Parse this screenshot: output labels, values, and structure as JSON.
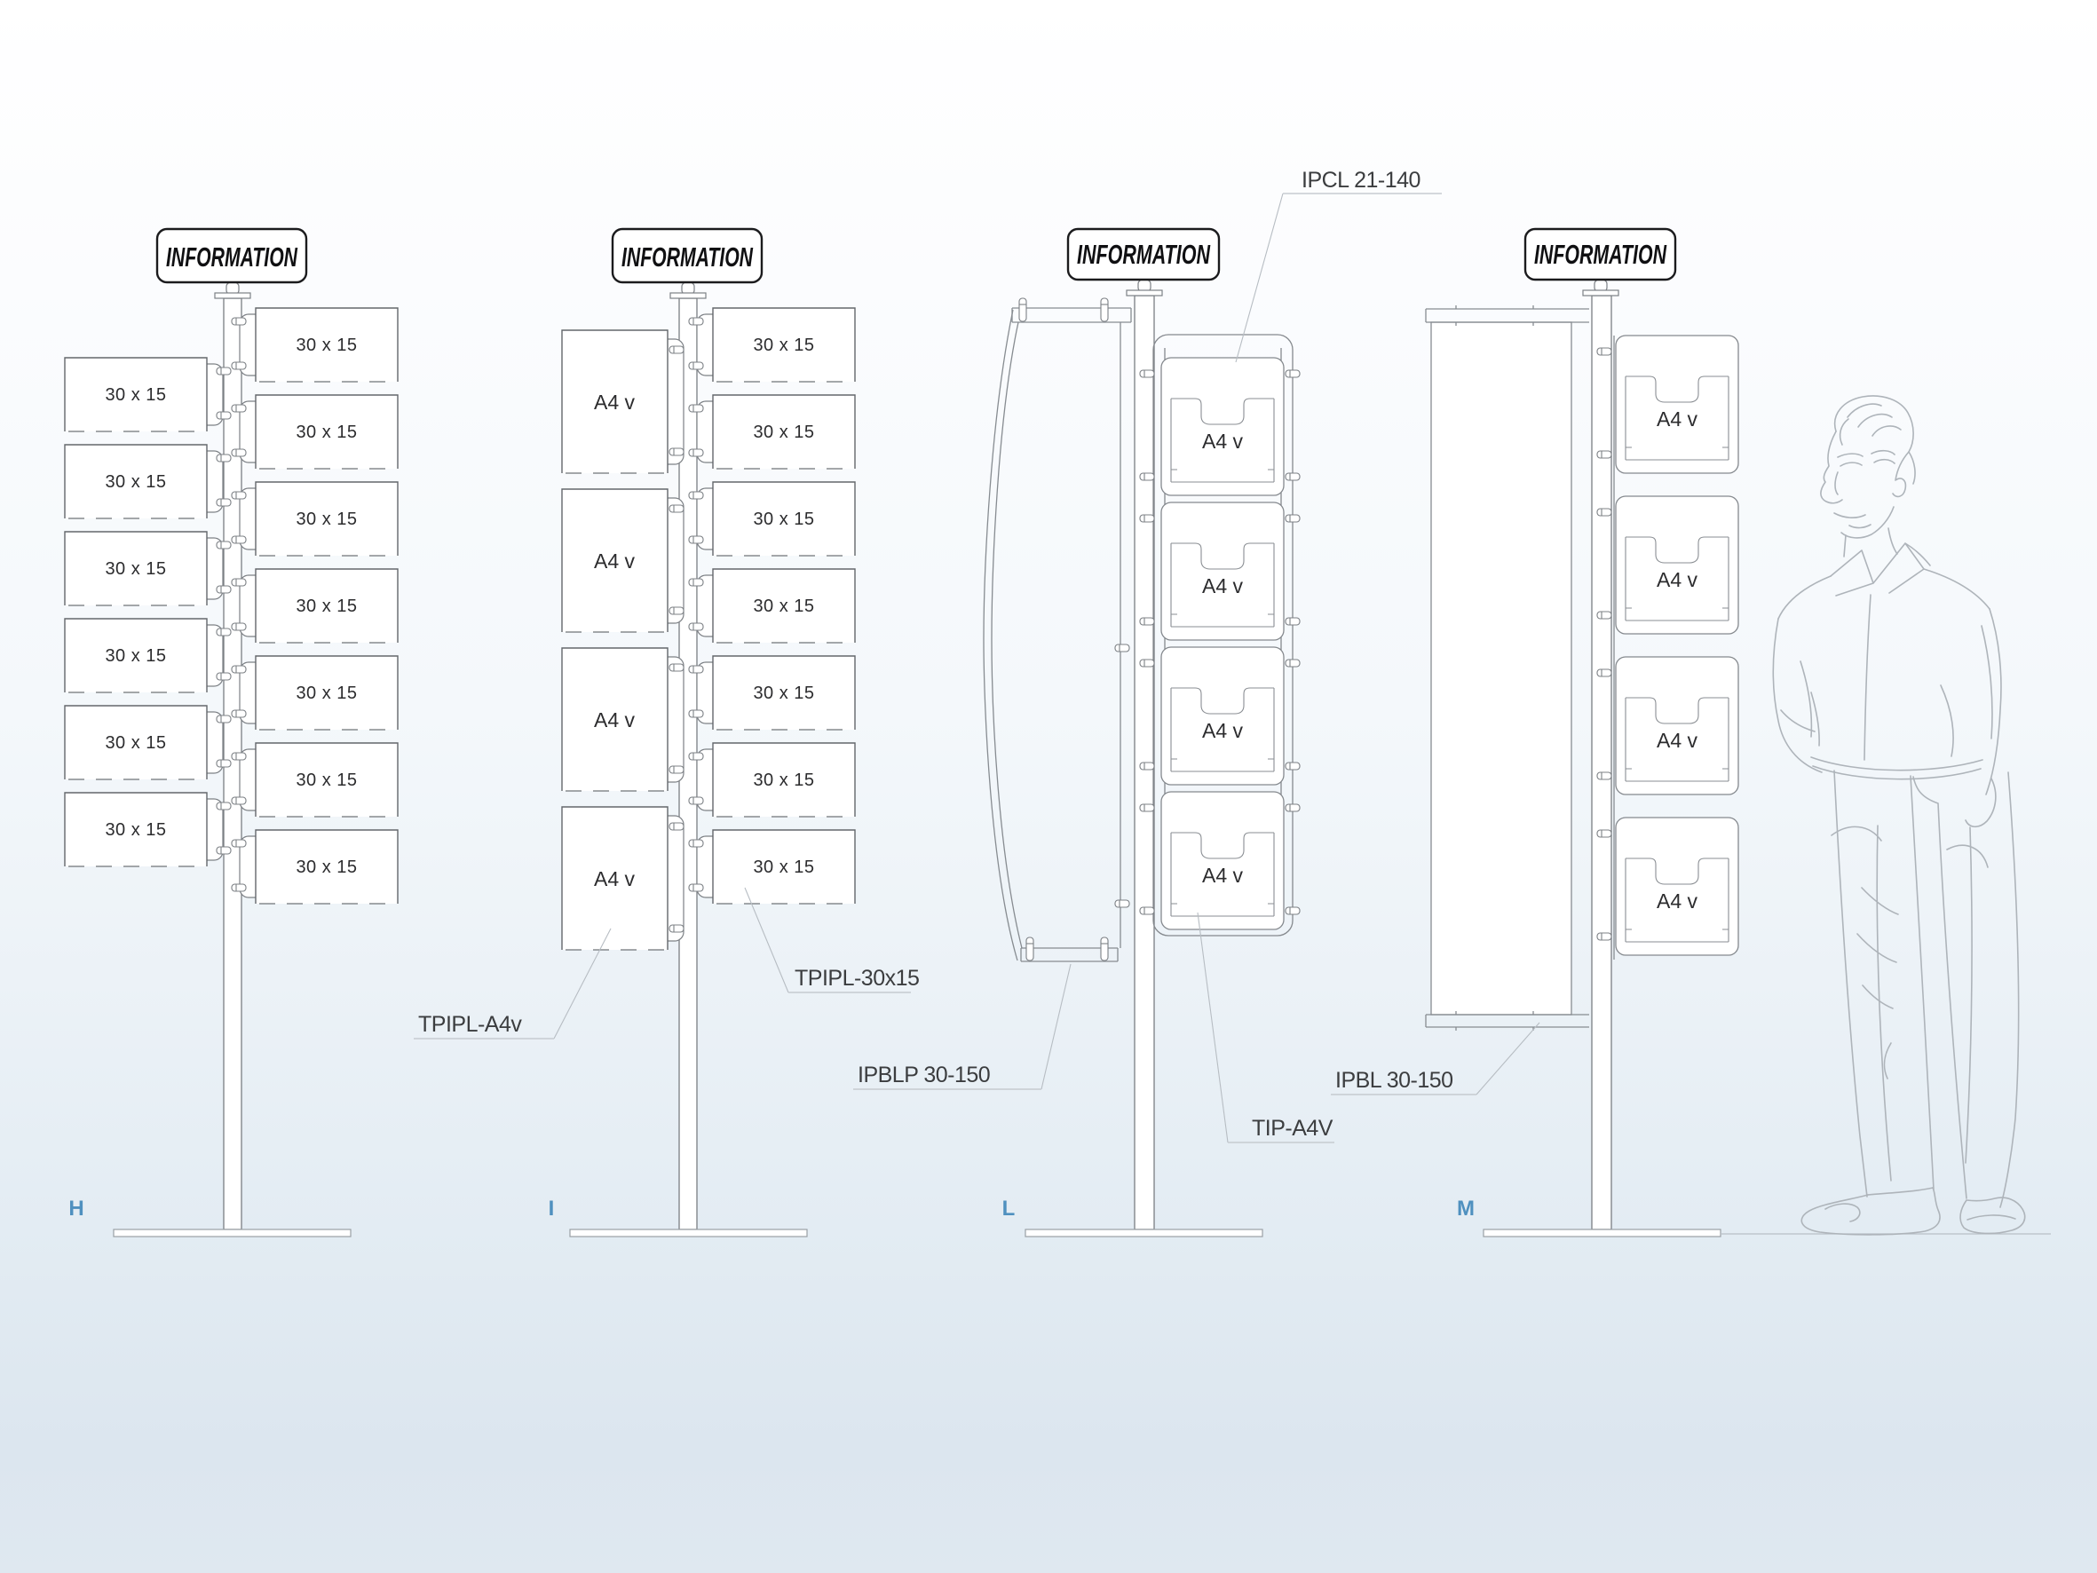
{
  "colors": {
    "variant_letter": "#4f90bf",
    "sign_border": "#1b1b1d",
    "drawing_line": "#6f7377",
    "light_line": "#878c91",
    "figure_line": "#aeb4ba",
    "background_top": "#ffffff",
    "background_bottom": "#dce6ef"
  },
  "plate_labels": {
    "size_30x15": "30 x 15",
    "a4_vertical": "A4 v"
  },
  "stands": [
    {
      "letter": "H",
      "sign_label": "INFORMATION",
      "left_column": {
        "plate_label": "30 x 15",
        "count": 6
      },
      "right_column": {
        "plate_label": "30 x 15",
        "count": 7
      }
    },
    {
      "letter": "I",
      "sign_label": "INFORMATION",
      "left_column": {
        "plate_label": "A4 v",
        "count": 4
      },
      "right_column": {
        "plate_label": "30 x 15",
        "count": 7
      }
    },
    {
      "letter": "L",
      "sign_label": "INFORMATION",
      "holders": {
        "plate_label": "A4 v",
        "count": 4
      }
    },
    {
      "letter": "M",
      "sign_label": "INFORMATION",
      "holders": {
        "plate_label": "A4 v",
        "count": 4
      }
    }
  ],
  "annotations": [
    {
      "text": "IPCL 21-140"
    },
    {
      "text": "TPIPL-A4v"
    },
    {
      "text": "TPIPL-30x15"
    },
    {
      "text": "IPBLP 30-150"
    },
    {
      "text": "TIP-A4V"
    },
    {
      "text": "IPBL 30-150"
    }
  ]
}
